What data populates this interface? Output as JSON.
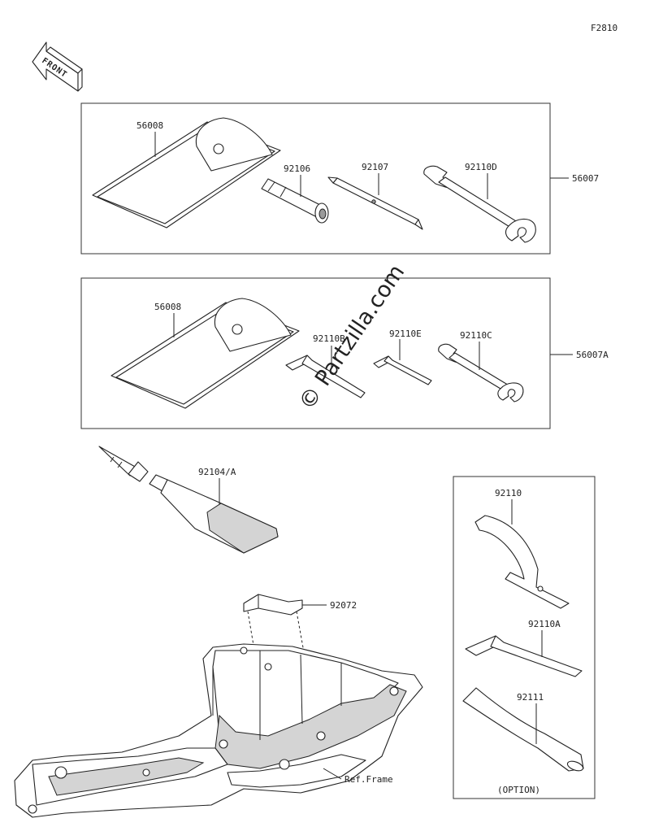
{
  "figure_code": "F2810",
  "front_label": "FRONT",
  "watermark": "© Partzilla.com",
  "kit1": {
    "ref": "56007",
    "parts": {
      "case": "56008",
      "plug_tool": "92106",
      "screwdriver": "92107",
      "wrench": "92110D"
    }
  },
  "kit2": {
    "ref": "56007A",
    "parts": {
      "case": "56008",
      "hex_wrench_b": "92110B",
      "hex_wrench_e": "92110E",
      "wrench": "92110C"
    }
  },
  "tube_part": "92104/A",
  "bracket_part": "92072",
  "frame_ref": "Ref.Frame",
  "option_box": {
    "spanner": "92110",
    "hex_wrench": "92110A",
    "handle": "92111",
    "label": "(OPTION)"
  }
}
